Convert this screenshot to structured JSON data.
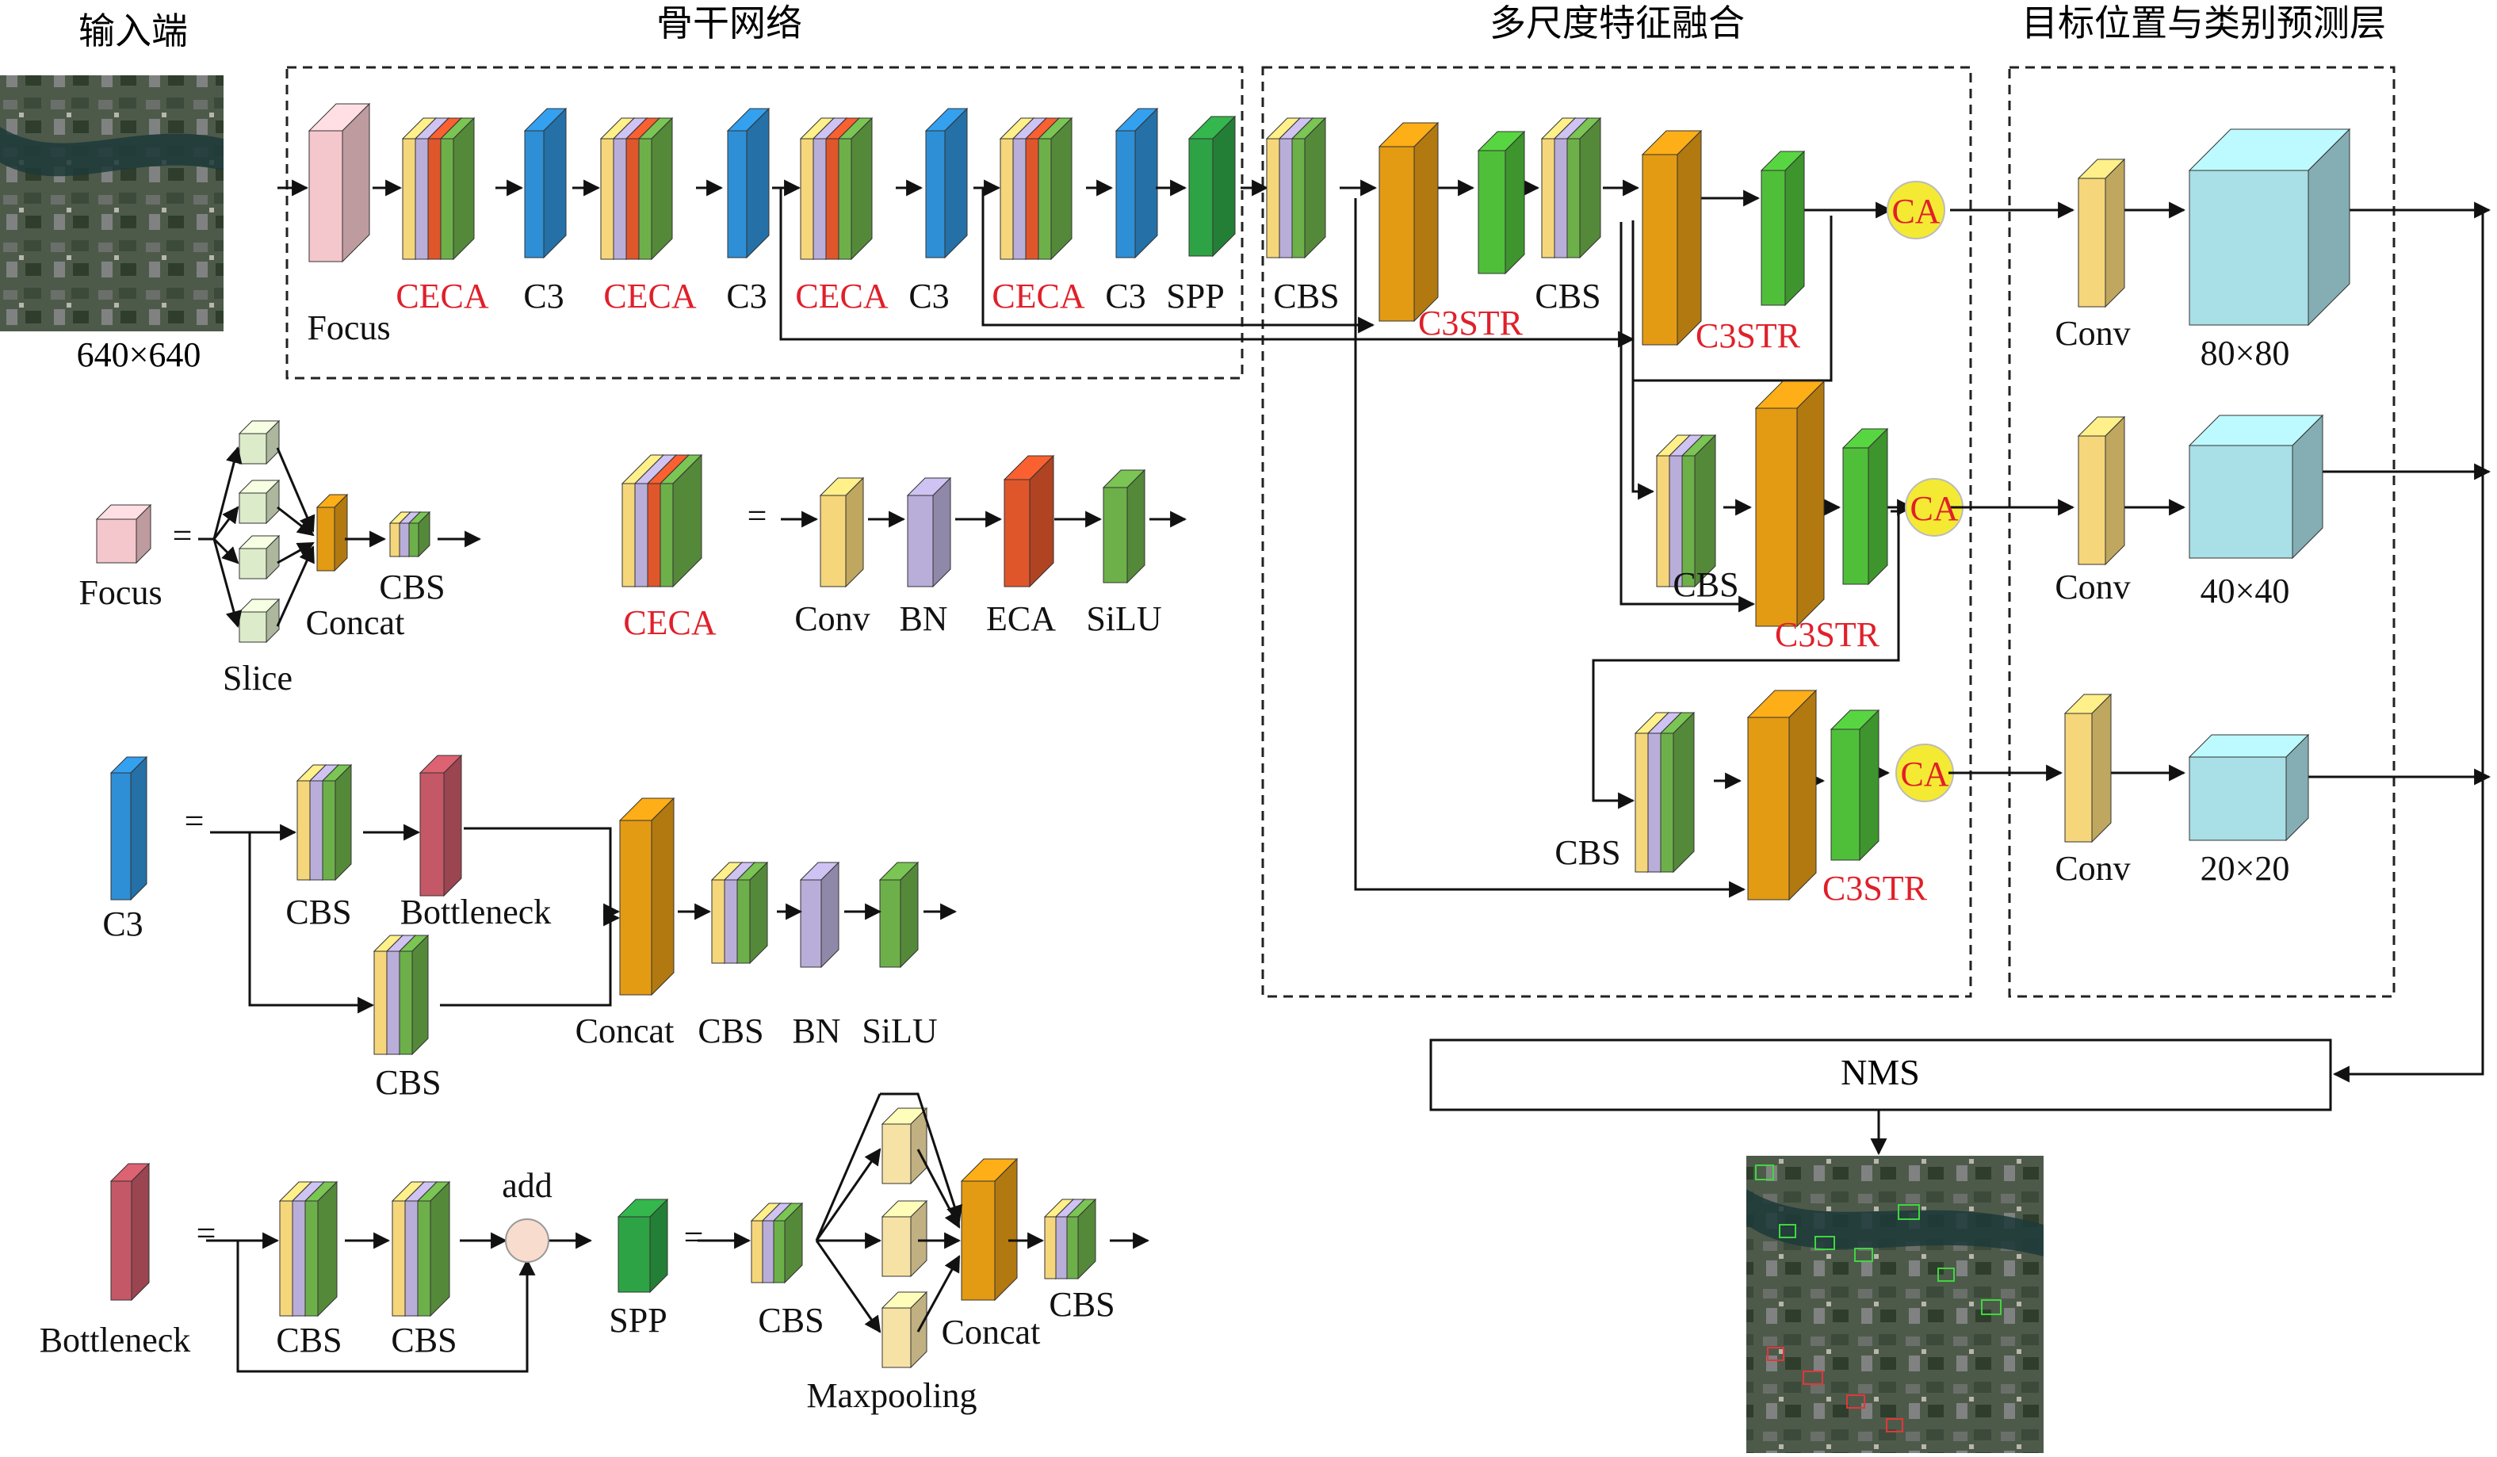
{
  "colors": {
    "pink": "#f4c7cc",
    "yellow": "#f5d67a",
    "lavender": "#b9aed9",
    "orange_red": "#e0562b",
    "green": "#6db04a",
    "blue": "#2e8fd6",
    "dark_green": "#2ea345",
    "dark_orange": "#e39b14",
    "bright_green": "#4fbf3a",
    "light_green": "#dcebc9",
    "red_block": "#c55866",
    "cyan": "#a9dfe6",
    "ca_yellow": "#f4ea33",
    "red_text": "#e0202a",
    "add_circle": "#f8dccd"
  },
  "sections": {
    "input": "输入端",
    "backbone": "骨干网络",
    "neck": "多尺度特征融合",
    "head": "目标位置与类别预测层"
  },
  "input_size": "640×640",
  "backbone_labels": [
    "Focus",
    "CECA",
    "C3",
    "CECA",
    "C3",
    "CECA",
    "C3",
    "CECA",
    "C3",
    "SPP"
  ],
  "neck_labels": {
    "cbs_a": "CBS",
    "c3str_a": "C3STR",
    "cbs_b": "CBS",
    "c3str_b": "C3STR",
    "cbs_c": "CBS",
    "c3str_c": "C3STR",
    "cbs_d": "CBS",
    "c3str_d": "C3STR"
  },
  "ca_label": "CA",
  "head": {
    "conv": "Conv",
    "sizes": [
      "80×80",
      "40×40",
      "20×20"
    ]
  },
  "nms": "NMS",
  "legend": {
    "eq": "=",
    "focus": {
      "name": "Focus",
      "slice": "Slice",
      "concat": "Concat",
      "cbs": "CBS"
    },
    "ceca": {
      "name": "CECA",
      "parts": [
        "Conv",
        "BN",
        "ECA",
        "SiLU"
      ]
    },
    "c3": {
      "name": "C3",
      "cbs1": "CBS",
      "bottleneck": "Bottleneck",
      "cbs2": "CBS",
      "concat": "Concat",
      "cbs3": "CBS",
      "bn": "BN",
      "silu": "SiLU"
    },
    "bottleneck": {
      "name": "Bottleneck",
      "cbs1": "CBS",
      "cbs2": "CBS",
      "add": "add"
    },
    "spp": {
      "name": "SPP",
      "cbs": "CBS",
      "maxpooling": "Maxpooling",
      "concat": "Concat",
      "cbs2": "CBS"
    }
  }
}
